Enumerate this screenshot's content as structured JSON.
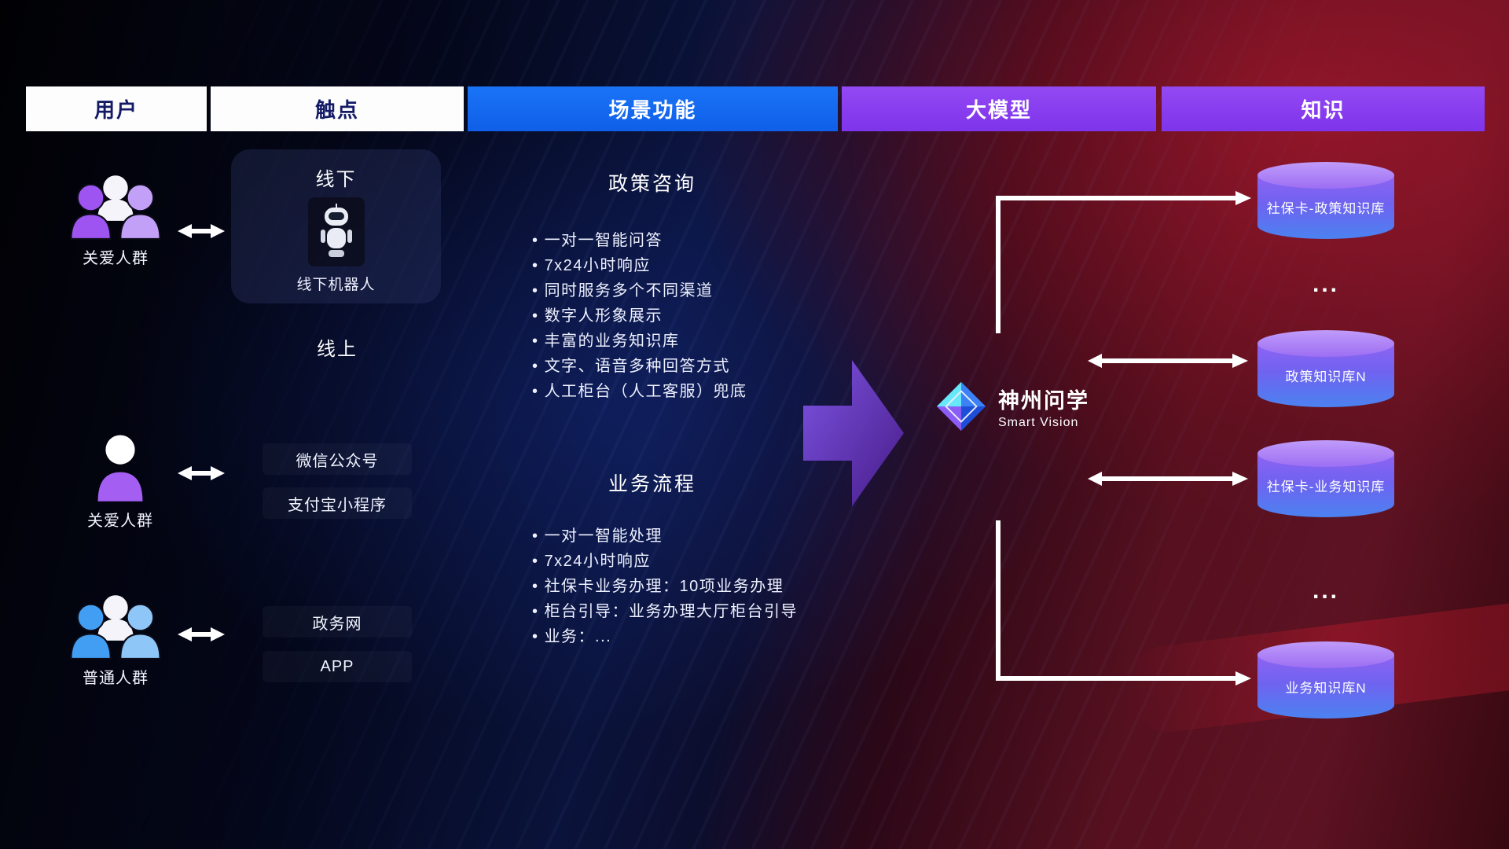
{
  "headers": [
    {
      "label": "用户"
    },
    {
      "label": "触点"
    },
    {
      "label": "场景功能"
    },
    {
      "label": "大模型"
    },
    {
      "label": "知识"
    }
  ],
  "users": [
    {
      "label": "关爱人群"
    },
    {
      "label": "关爱人群"
    },
    {
      "label": "普通人群"
    }
  ],
  "touchpoints": {
    "offline_title": "线下",
    "offline_robot_label": "线下机器人",
    "online_title": "线上",
    "channels": [
      "微信公众号",
      "支付宝小程序",
      "政务网",
      "APP"
    ]
  },
  "scenarios": [
    {
      "title": "政策咨询",
      "items": [
        "一对一智能问答",
        "7x24小时响应",
        "同时服务多个不同渠道",
        "数字人形象展示",
        "丰富的业务知识库",
        "文字、语音多种回答方式",
        "人工柜台（人工客服）兜底"
      ]
    },
    {
      "title": "业务流程",
      "items": [
        "一对一智能处理",
        "7x24小时响应",
        "社保卡业务办理：10项业务办理",
        "柜台引导：业务办理大厅柜台引导",
        "业务：..."
      ]
    }
  ],
  "model": {
    "name": "神州问学",
    "subtitle": "Smart Vision"
  },
  "knowledge": {
    "databases": [
      "社保卡-政策知识库",
      "政策知识库N",
      "社保卡-业务知识库",
      "业务知识库N"
    ],
    "ellipsis": "..."
  },
  "colors": {
    "header_text_dark": "#141a66",
    "header_blue": "#1266f1",
    "header_purple": "#8a3cf0",
    "cylinder_top": "#b18af8",
    "cylinder_bottom": "#4b82f0",
    "user_purple": "#9d54f0",
    "user_blue": "#419ef2",
    "arrow_white": "#ffffff",
    "big_arrow_purple": "#6d28d9"
  }
}
